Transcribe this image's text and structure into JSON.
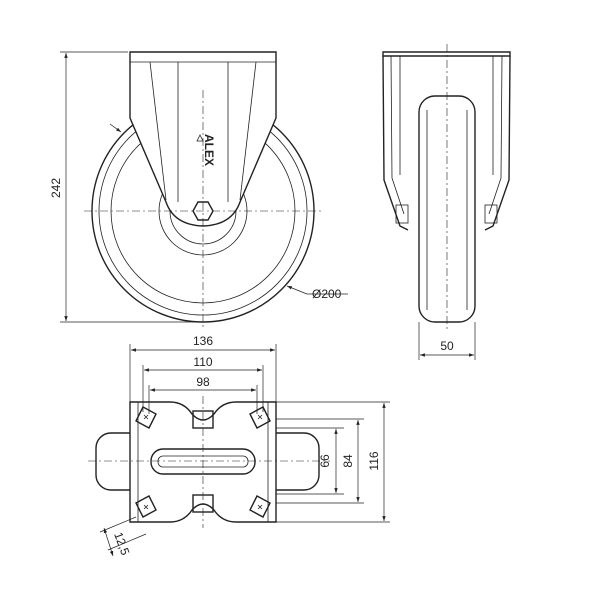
{
  "dimensions": {
    "height": "242",
    "wheel_diameter": "Ø200",
    "wheel_width": "50",
    "plate_width": "136",
    "hole_spacing_outer": "110",
    "hole_spacing_inner": "98",
    "slot_66": "66",
    "slot_84": "84",
    "plate_depth": "116",
    "hole_diameter": "12,5"
  },
  "logo_text": "ALEX"
}
